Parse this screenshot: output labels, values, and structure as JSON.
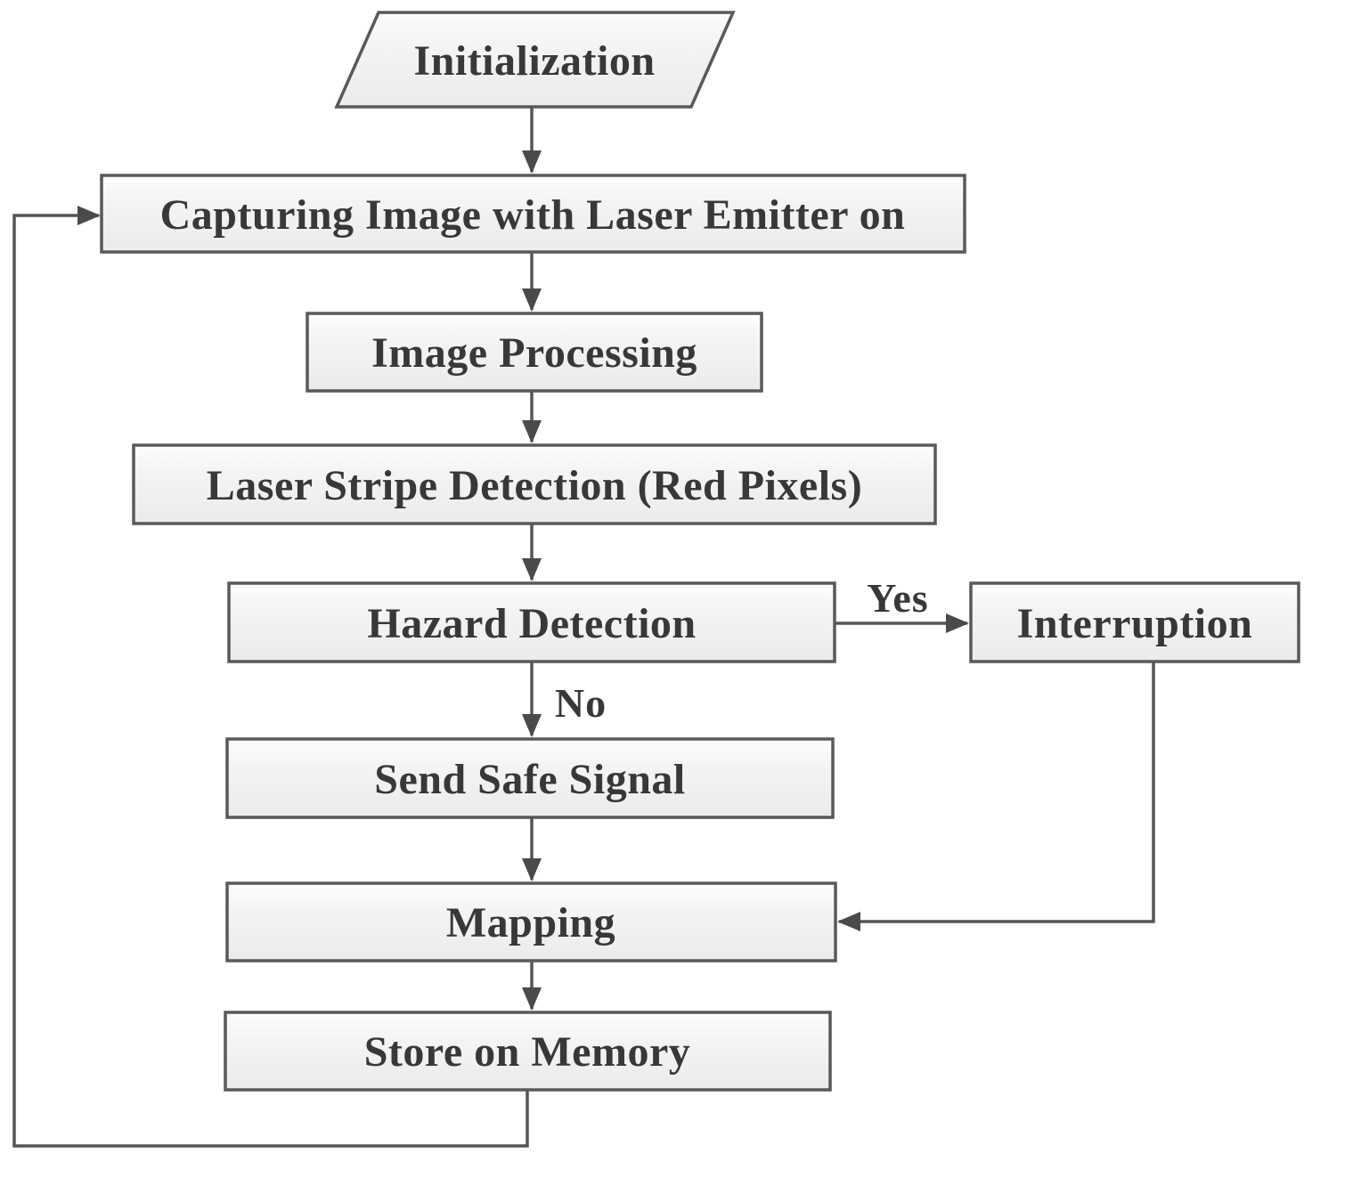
{
  "diagram": {
    "type": "flowchart",
    "nodes": {
      "initialization": {
        "label": "Initialization",
        "shape": "parallelogram"
      },
      "capture_image": {
        "label": "Capturing Image with Laser Emitter on",
        "shape": "rectangle"
      },
      "image_processing": {
        "label": "Image Processing",
        "shape": "rectangle"
      },
      "laser_stripe_detection": {
        "label": "Laser Stripe Detection (Red Pixels)",
        "shape": "rectangle"
      },
      "hazard_detection": {
        "label": "Hazard Detection",
        "shape": "rectangle"
      },
      "interruption": {
        "label": "Interruption",
        "shape": "rectangle"
      },
      "send_safe_signal": {
        "label": "Send Safe Signal",
        "shape": "rectangle"
      },
      "mapping": {
        "label": "Mapping",
        "shape": "rectangle"
      },
      "store_on_memory": {
        "label": "Store on Memory",
        "shape": "rectangle"
      }
    },
    "edges": [
      {
        "from": "initialization",
        "to": "capture_image",
        "label": ""
      },
      {
        "from": "capture_image",
        "to": "image_processing",
        "label": ""
      },
      {
        "from": "image_processing",
        "to": "laser_stripe_detection",
        "label": ""
      },
      {
        "from": "laser_stripe_detection",
        "to": "hazard_detection",
        "label": ""
      },
      {
        "from": "hazard_detection",
        "to": "interruption",
        "label": "Yes"
      },
      {
        "from": "hazard_detection",
        "to": "send_safe_signal",
        "label": "No"
      },
      {
        "from": "send_safe_signal",
        "to": "mapping",
        "label": ""
      },
      {
        "from": "interruption",
        "to": "mapping",
        "label": ""
      },
      {
        "from": "mapping",
        "to": "store_on_memory",
        "label": ""
      },
      {
        "from": "store_on_memory",
        "to": "capture_image",
        "label": ""
      }
    ]
  },
  "colors": {
    "background": "#ffffff",
    "node-fill-top": "#fdfdfd",
    "node-fill-bottom": "#ebebeb",
    "node-border": "#595959",
    "connector": "#555555",
    "arrowhead": "#4a4a4a",
    "text": "#383838"
  }
}
